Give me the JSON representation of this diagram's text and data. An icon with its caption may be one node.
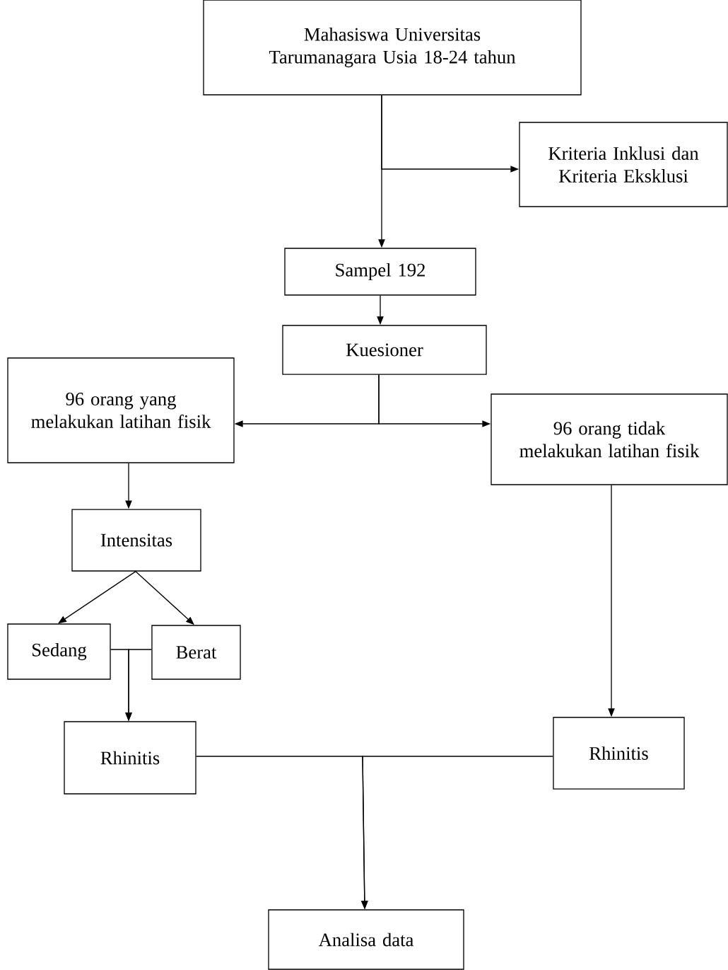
{
  "diagram": {
    "nodes": [
      {
        "text": [
          "Mahasiswa Universitas Tarumanagara Usia 18-24 tahun"
        ]
      },
      {
        "text": [
          "Kriteria Inklusi dan Kriteria Eksklusi"
        ]
      },
      {
        "text": [
          "Sampel 192"
        ]
      },
      {
        "text": [
          "Kuesioner"
        ]
      },
      {
        "text": [
          "96 orang yang melakukan latihan fisik"
        ]
      },
      {
        "text": [
          "96 orang tidak melakukan latihan fisik"
        ]
      },
      {
        "text": [
          "Intensitas"
        ]
      },
      {
        "text": [
          "Sedang"
        ]
      },
      {
        "text": [
          "Berat"
        ]
      },
      {
        "text": [
          "Rhinitis"
        ]
      },
      {
        "text": [
          "Rhinitis"
        ]
      },
      {
        "text": [
          "Analisa data"
        ]
      }
    ],
    "edges": [
      {
        "from": 0,
        "to": 2,
        "arrow": "to"
      },
      {
        "from": 0,
        "to": 1,
        "arrow": "to"
      },
      {
        "from": 2,
        "to": 3,
        "arrow": "to"
      },
      {
        "from": 3,
        "to": 4,
        "arrow": "to"
      },
      {
        "from": 3,
        "to": 5,
        "arrow": "to"
      },
      {
        "from": 4,
        "to": 6,
        "arrow": "to"
      },
      {
        "from": 6,
        "to": 7,
        "arrow": "to"
      },
      {
        "from": 6,
        "to": 8,
        "arrow": "to"
      },
      {
        "from": 7,
        "to": 9,
        "arrow": "to"
      },
      {
        "from": 8,
        "to": 9,
        "arrow": "to"
      },
      {
        "from": 5,
        "to": 10,
        "arrow": "to"
      },
      {
        "from": 9,
        "to": 11,
        "arrow": "to"
      },
      {
        "from": 10,
        "to": 11,
        "arrow": "to"
      }
    ]
  }
}
